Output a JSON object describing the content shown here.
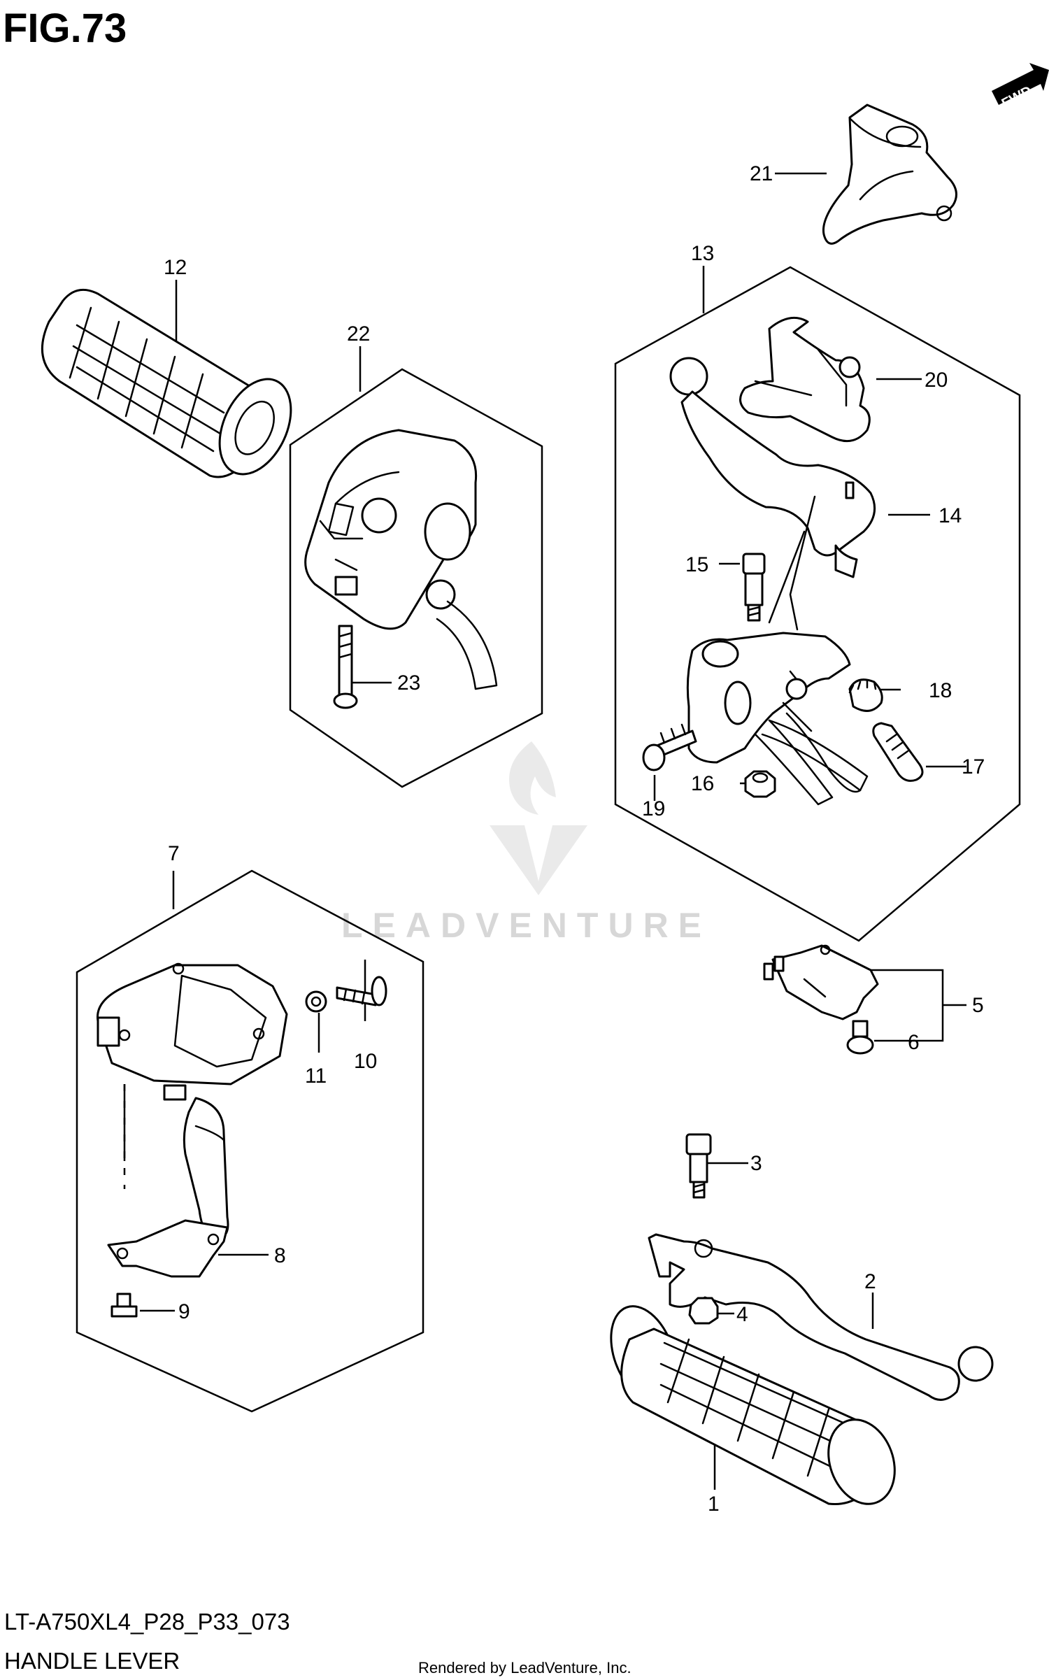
{
  "figure_label": "FIG.73",
  "diagram_code": "LT-A750XL4_P28_P33_073",
  "section_title": "HANDLE LEVER",
  "rendered_by": "Rendered by LeadVenture, Inc.",
  "watermark": "LEADVENTURE",
  "fwd_label": "FWD",
  "callouts": {
    "p1": "1",
    "p2": "2",
    "p3": "3",
    "p4": "4",
    "p5": "5",
    "p6": "6",
    "p7": "7",
    "p8": "8",
    "p9": "9",
    "p10": "10",
    "p11": "11",
    "p12": "12",
    "p13": "13",
    "p14": "14",
    "p15": "15",
    "p16": "16",
    "p17": "17",
    "p18": "18",
    "p19": "19",
    "p20": "20",
    "p21": "21",
    "p22": "22",
    "p23": "23"
  }
}
